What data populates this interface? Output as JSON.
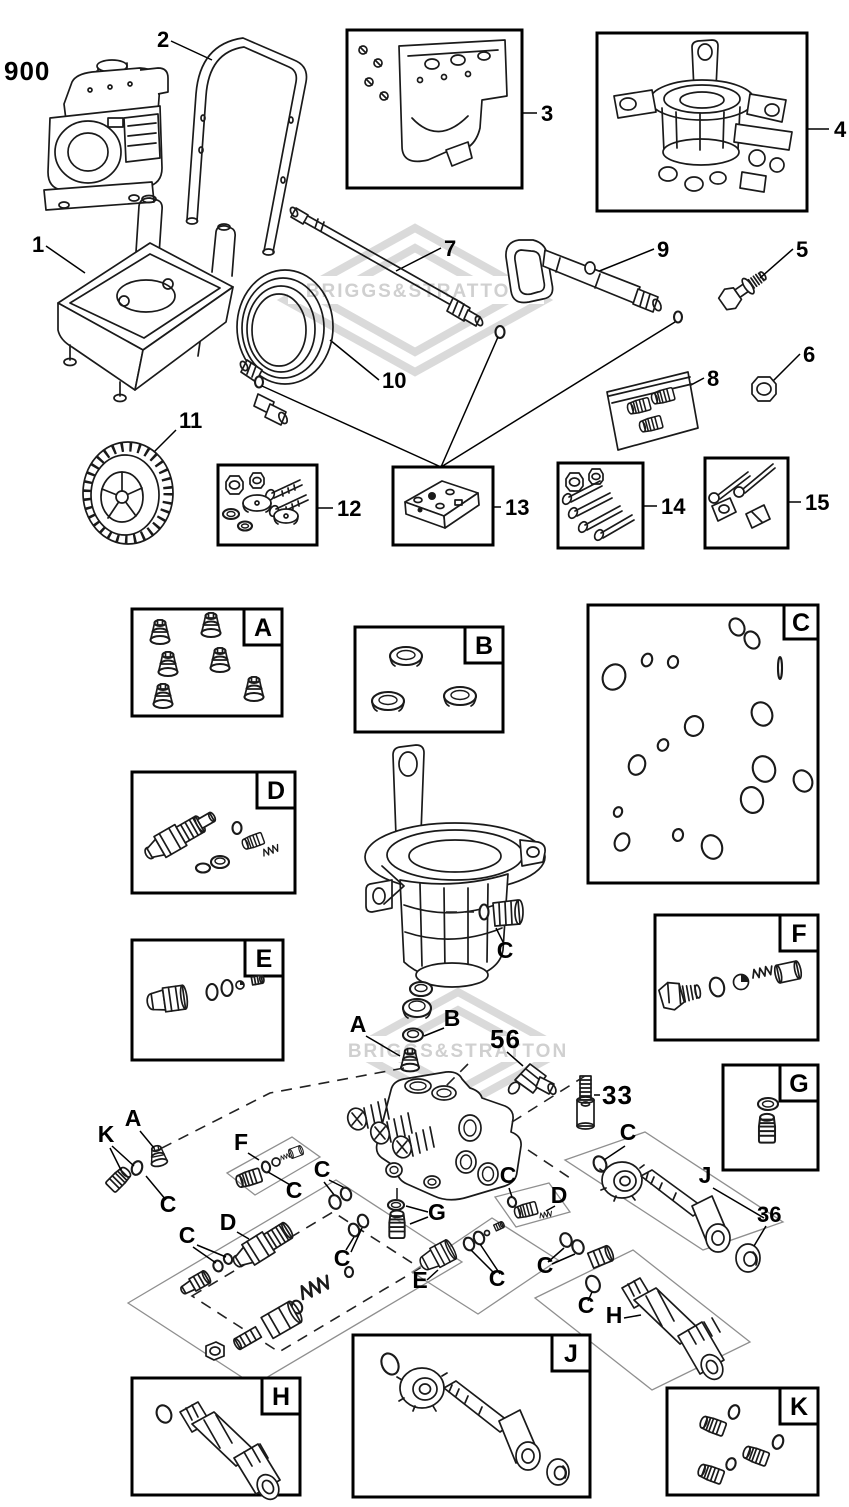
{
  "watermark": {
    "brand": "BRIGGS&STRATTON"
  },
  "callouts": {
    "engine": "900",
    "cradle": "1",
    "handle": "2",
    "panel_kit_box": "3",
    "pump_assembly_box": "4",
    "stud": "5",
    "nut": "6",
    "spray_wand": "7",
    "parts_bag": "8",
    "spray_gun": "9",
    "hose": "10",
    "wheel": "11",
    "wheel_hardware_kit": "12",
    "panel_hardware_kit": "13",
    "bolt_kit": "14",
    "clip_kit": "15",
    "pump_bolt": "33",
    "outlet_cap": "36",
    "chemical_fitting": "56"
  },
  "kit_tabs": {
    "a": "A",
    "b": "B",
    "c": "C",
    "d": "D",
    "e": "E",
    "f": "F",
    "g": "G",
    "h": "H",
    "j": "J",
    "k": "K"
  },
  "ref_labels": {
    "a_pump": "A",
    "b_pump": "B",
    "c_pump": "C",
    "a_manifold": "A",
    "k_manifold": "K",
    "c_k": "C",
    "f_valve": "F",
    "c_f": "C",
    "c_f_rings": "C",
    "d_unloader": "D",
    "c_d_rings": "C",
    "c_d_lower": "C",
    "g_plug": "G",
    "e_coupler": "E",
    "c_e_rings": "C",
    "c_manifold_ring": "C",
    "d_thermal": "D",
    "c_outlet_rings": "C",
    "c_h_ring": "C",
    "h_outlet_tube": "H",
    "j_outlet_tube": "J",
    "c_j_ring": "C"
  }
}
